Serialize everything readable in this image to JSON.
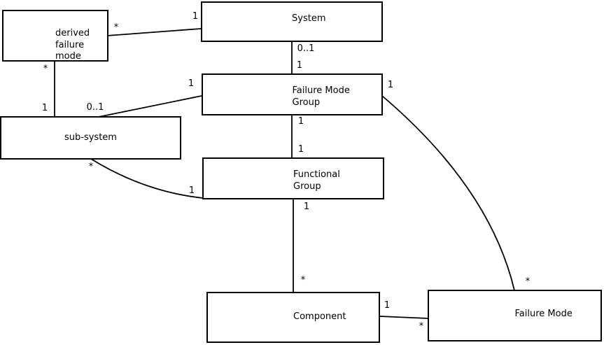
{
  "diagram_type": "uml-class-diagram",
  "colors": {
    "background": "#ffffff",
    "line": "#000000",
    "box_border": "#000000",
    "text": "#000000"
  },
  "boxes": {
    "derived_failure_mode": {
      "label": "derived\nfailure\nmode"
    },
    "system": {
      "label": "System"
    },
    "failure_mode_group": {
      "label": "Failure Mode\nGroup"
    },
    "sub_system": {
      "label": "sub-system"
    },
    "functional_group": {
      "label": "Functional\nGroup"
    },
    "component": {
      "label": "Component"
    },
    "failure_mode": {
      "label": "Failure Mode"
    }
  },
  "associations": [
    {
      "from": "derived failure mode",
      "to": "System",
      "from_multiplicity": "*",
      "to_multiplicity": "1"
    },
    {
      "from": "derived failure mode",
      "to": "sub-system",
      "from_multiplicity": "*",
      "to_multiplicity": "1"
    },
    {
      "from": "Failure Mode Group",
      "to": "sub-system",
      "from_multiplicity": "1",
      "to_multiplicity": "0..1"
    },
    {
      "from": "System",
      "to": "Failure Mode Group",
      "from_multiplicity": "0..1",
      "to_multiplicity": "1"
    },
    {
      "from": "Failure Mode Group",
      "to": "Functional Group",
      "from_multiplicity": "1",
      "to_multiplicity": "1"
    },
    {
      "from": "sub-system",
      "to": "Functional Group",
      "from_multiplicity": "*",
      "to_multiplicity": "1"
    },
    {
      "from": "Failure Mode Group",
      "to": "Failure Mode",
      "from_multiplicity": "1",
      "to_multiplicity": "*"
    },
    {
      "from": "Functional Group",
      "to": "Component",
      "from_multiplicity": "1",
      "to_multiplicity": "*"
    },
    {
      "from": "Component",
      "to": "Failure Mode",
      "from_multiplicity": "1",
      "to_multiplicity": "*"
    }
  ]
}
